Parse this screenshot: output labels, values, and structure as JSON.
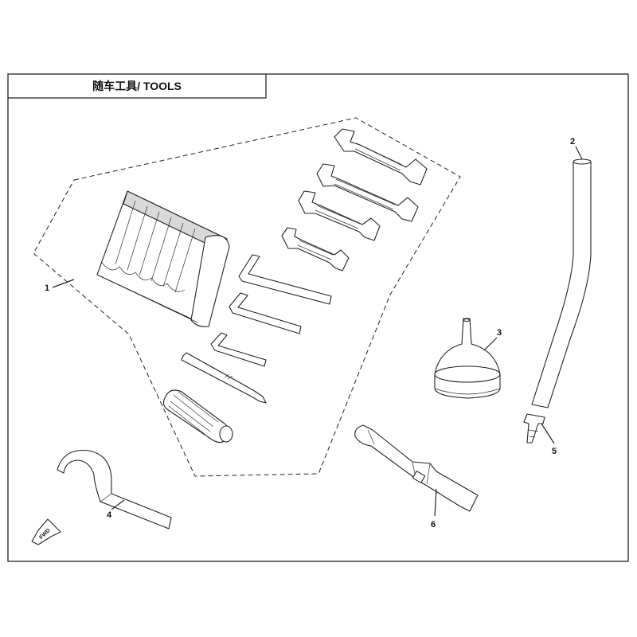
{
  "title": "随车工具/ TOOLS",
  "callouts": [
    {
      "num": "1"
    },
    {
      "num": "2"
    },
    {
      "num": "3"
    },
    {
      "num": "4"
    },
    {
      "num": "5"
    },
    {
      "num": "6"
    }
  ],
  "fwd_label": "FWD"
}
